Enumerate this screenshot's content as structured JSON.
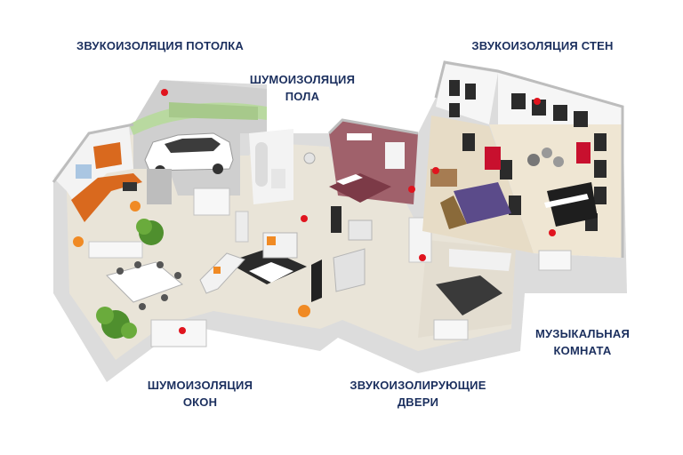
{
  "labels": {
    "ceiling": [
      "ЗВУКОИЗОЛЯЦИЯ ПОТОЛКА"
    ],
    "floor": [
      "ШУМОИЗОЛЯЦИЯ",
      "ПОЛА"
    ],
    "walls": [
      "ЗВУКОИЗОЛЯЦИЯ СТЕН"
    ],
    "music_room": [
      "МУЗЫКАЛЬНАЯ",
      "КОМНАТА"
    ],
    "windows": [
      "ШУМОИЗОЛЯЦИЯ",
      "ОКОН"
    ],
    "doors": [
      "ЗВУКОИЗОЛИРУЮЩИЕ",
      "ДВЕРИ"
    ]
  },
  "colors": {
    "label_text": "#1b2f5e",
    "marker": "#e0141e",
    "wall": "#f3f3f3",
    "wall_shadow": "#c9c9c9",
    "floor": "#e9e4d8",
    "garage_roof": "#b9d9a0",
    "bedroom_wall": "#a0616b",
    "music_floor": "#e7dcc6",
    "kitchen_cabinet": "#d9691e"
  },
  "icons": [
    "car-icon",
    "sofa-icon",
    "bed-icon",
    "piano-icon",
    "drum-kit-icon",
    "plant-icon",
    "dining-table-icon",
    "mixing-console-icon"
  ]
}
